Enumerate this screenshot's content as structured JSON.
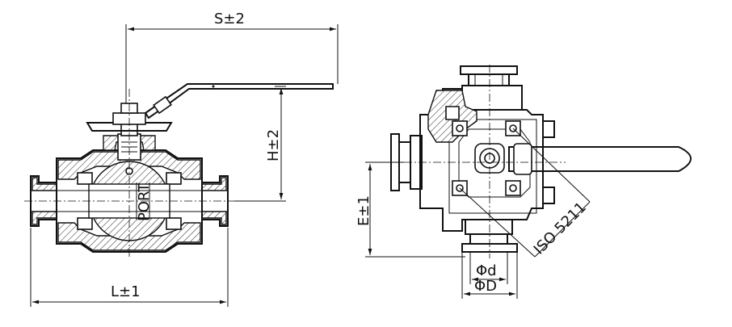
{
  "dimensions": {
    "stroke_length": "S±2",
    "handle_height": "H±2",
    "length": "L±1",
    "port": "PORT",
    "center_to_end": "E±1",
    "inner_diameter": "Φd",
    "outer_diameter": "ΦD",
    "mounting_standard": "ISO 5211"
  }
}
